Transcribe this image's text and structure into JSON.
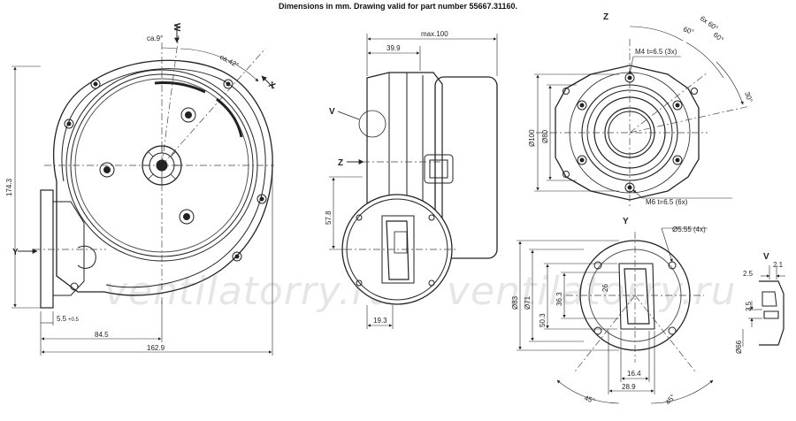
{
  "title": "Dimensions in mm. Drawing valid for part number 55667.31160.",
  "watermark": "ventilatorry.ru",
  "front_view": {
    "angle_top": "ca.9°",
    "angle_outlet": "ca.42°",
    "label_w": "W",
    "label_x": "X",
    "label_y": "Y",
    "dim_height": "174.3",
    "dim_flange": "5.5",
    "dim_flange_tol": "+0.5",
    "dim_centre": "84.5",
    "dim_total": "162.9"
  },
  "side_view": {
    "dim_max": "max.100",
    "dim_hub": "39.9",
    "dim_axis": "57.8",
    "dim_bottom": "19.3",
    "label_v": "V",
    "label_z": "Z"
  },
  "view_z": {
    "label": "Z",
    "hole_small": "M4 t=6.5 (3x)",
    "hole_large": "M6 t=6.5 (6x)",
    "dia_outer": "Ø100",
    "dia_inner": "Ø80",
    "angle_1": "60°",
    "angle_2": "60°",
    "angle_3": "6x 60°",
    "angle_4": "30°"
  },
  "view_y": {
    "label": "Y",
    "hole": "Ø5.55 (4x)",
    "dia_83": "Ø83",
    "dia_71": "Ø71",
    "dim_50": "50.3",
    "dim_36": "36.3",
    "dim_26": "26",
    "dim_16": "16.4",
    "dim_28": "28.9",
    "angle_left": "45°",
    "angle_right": "45°"
  },
  "detail_v": {
    "label": "V",
    "dim_25": "2.5",
    "dim_21": "2.1",
    "dim_35": "3.5",
    "dia_66": "Ø66"
  }
}
